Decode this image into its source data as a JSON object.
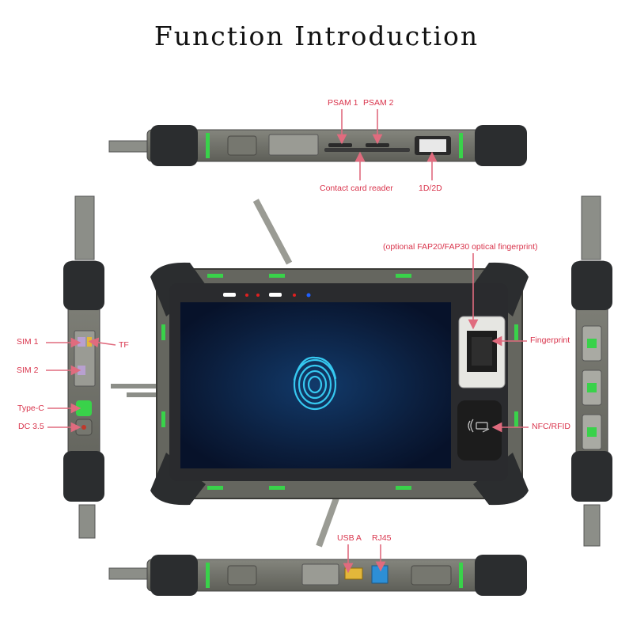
{
  "title": "Function Introduction",
  "labels": {
    "psam1": "PSAM 1",
    "psam2": "PSAM 2",
    "contact_card_reader": "Contact card reader",
    "barcode": "1D/2D",
    "fingerprint_option": "(optional FAP20/FAP30 optical fingerprint)",
    "fingerprint": "Fingerprint",
    "nfc_rfid": "NFC/RFID",
    "sim1": "SIM 1",
    "sim2": "SIM 2",
    "tf": "TF",
    "type_c": "Type-C",
    "dc": "DC 3.5",
    "usb_a": "USB A",
    "rj45": "RJ45"
  },
  "colors": {
    "label": "#d9344c",
    "arrow": "#e06b7e",
    "bumper": "#2b2d2f",
    "body": "#6e6f68",
    "accent": "#39d24a",
    "screen": "#0a1a35",
    "fingerprint_glow": "#36c8f0"
  }
}
